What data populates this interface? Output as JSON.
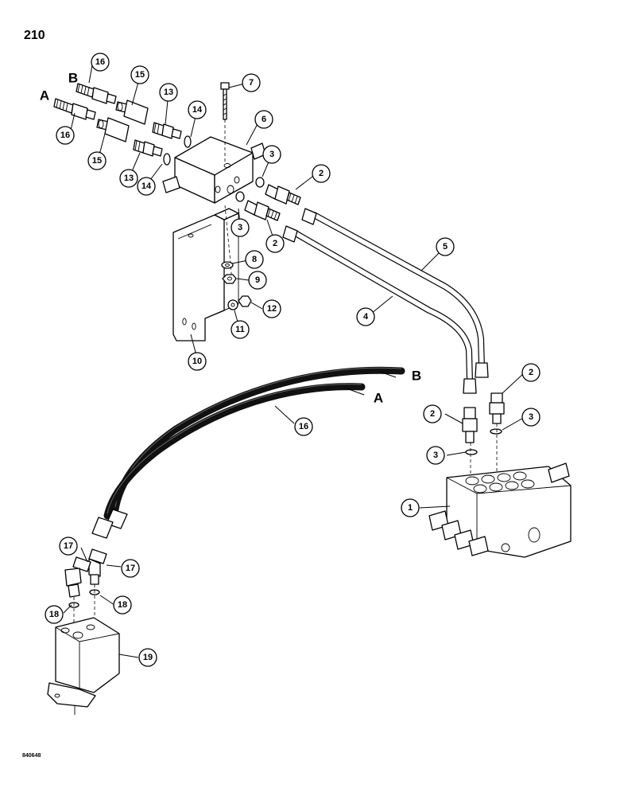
{
  "page_number": "210",
  "figure_code": "840648",
  "hose_labels": {
    "a": "A",
    "b": "B"
  },
  "callouts": {
    "c1": "1",
    "c2a": "2",
    "c2b": "2",
    "c2c": "2",
    "c2d": "2",
    "c3a": "3",
    "c3b": "3",
    "c3c": "3",
    "c3d": "3",
    "c4": "4",
    "c5": "5",
    "c6": "6",
    "c7": "7",
    "c8": "8",
    "c9": "9",
    "c10": "10",
    "c11": "11",
    "c12": "12",
    "c13a": "13",
    "c13b": "13",
    "c14a": "14",
    "c14b": "14",
    "c15a": "15",
    "c15b": "15",
    "c16a": "16",
    "c16b": "16",
    "c16c": "16",
    "c17a": "17",
    "c17b": "17",
    "c18a": "18",
    "c18b": "18",
    "c19": "19"
  }
}
